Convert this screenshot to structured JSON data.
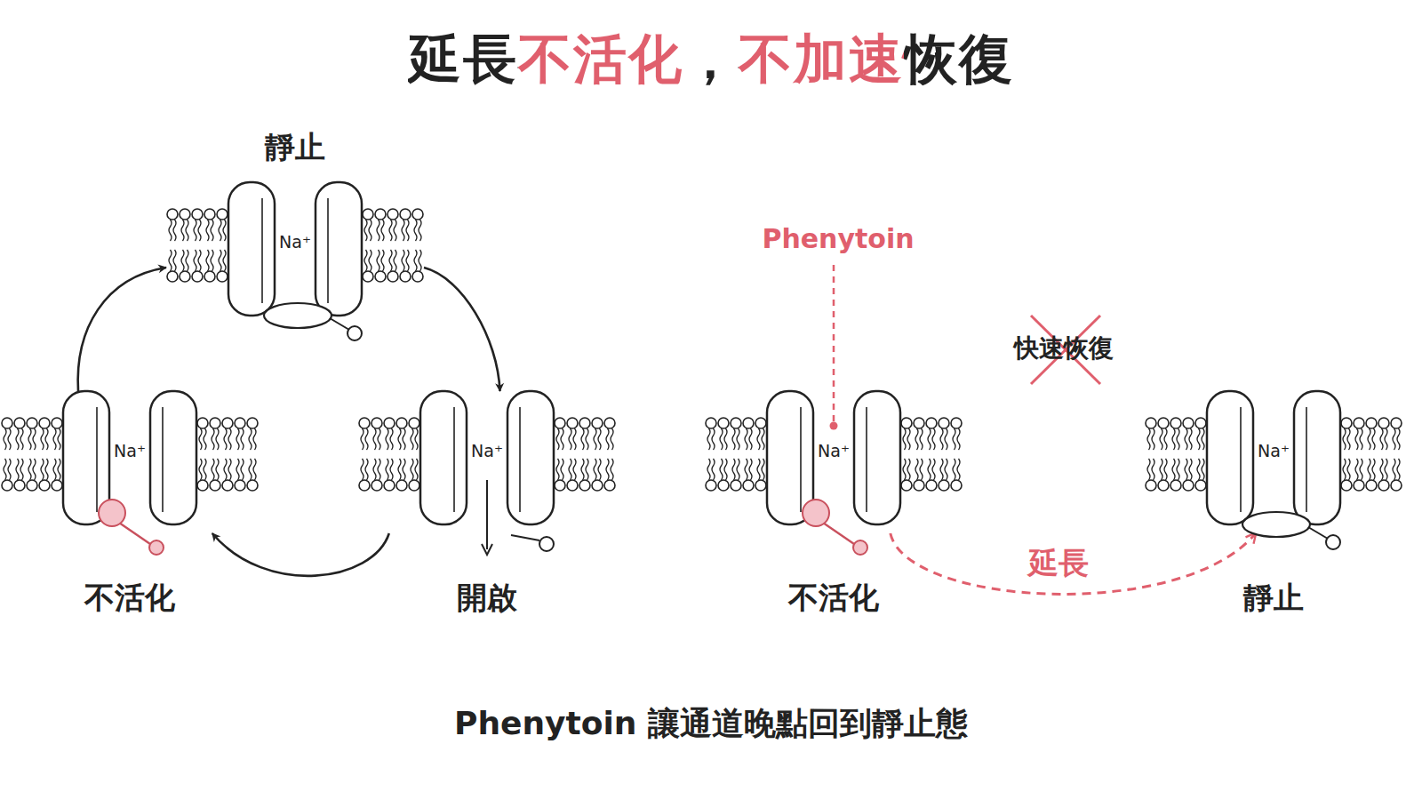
{
  "diagram": {
    "title": "延長不活化，不加速恢復",
    "caption": "Phenytoin 讓通道晚點回到靜止態",
    "nodes": [
      {
        "text": [
          "靜止",
          "Na⁺"
        ]
      },
      {
        "text": [
          "開啟",
          "Na⁺"
        ]
      },
      {
        "text": [
          "不活化",
          "Na⁺"
        ]
      },
      {
        "text": [
          "不活化",
          "Na⁺"
        ]
      },
      {
        "text": [
          "靜止",
          "Na⁺"
        ]
      }
    ],
    "edges": [
      {
        "from": 0,
        "to": 1,
        "arrow": "to"
      },
      {
        "from": 1,
        "to": 2,
        "arrow": "to"
      },
      {
        "from": 2,
        "to": 0,
        "arrow": "to"
      },
      {
        "from": 3,
        "to": 4,
        "arrow": "to",
        "label": "延長"
      }
    ],
    "labels": [
      "Phenytoin",
      "快速恢復"
    ]
  }
}
